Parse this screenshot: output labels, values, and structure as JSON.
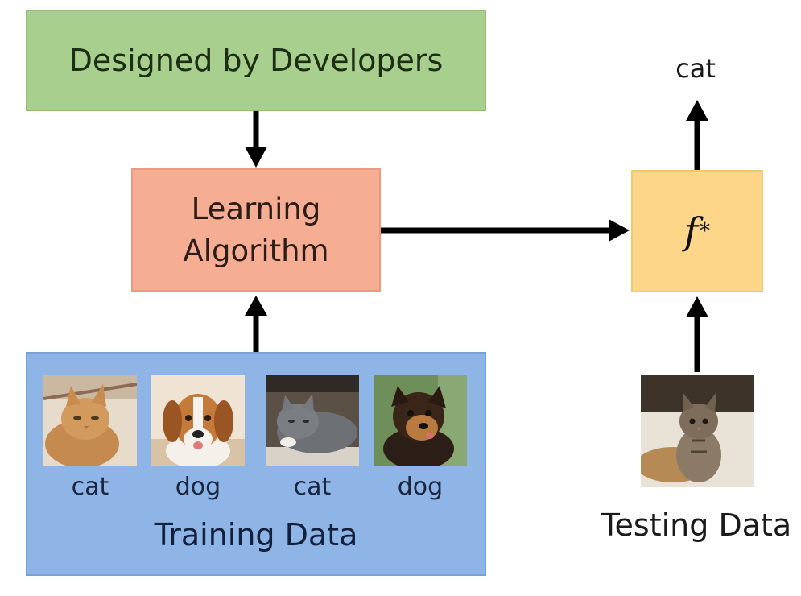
{
  "designed_box": {
    "label": "Designed by Developers"
  },
  "learning_box": {
    "line1": "Learning",
    "line2": "Algorithm"
  },
  "model_box": {
    "symbol": "f",
    "superscript": "*"
  },
  "output_label": "cat",
  "training": {
    "title": "Training Data",
    "samples": [
      {
        "label": "cat",
        "image": "cat-photo"
      },
      {
        "label": "dog",
        "image": "dog-photo"
      },
      {
        "label": "cat",
        "image": "cat-photo"
      },
      {
        "label": "dog",
        "image": "dog-photo"
      }
    ]
  },
  "testing": {
    "title": "Testing Data",
    "image": "cat-photo"
  },
  "colors": {
    "designed": "#a9cf8e",
    "learning": "#f5ad93",
    "model": "#fdd68a",
    "training": "#8fb5e6",
    "arrow": "#000000"
  }
}
